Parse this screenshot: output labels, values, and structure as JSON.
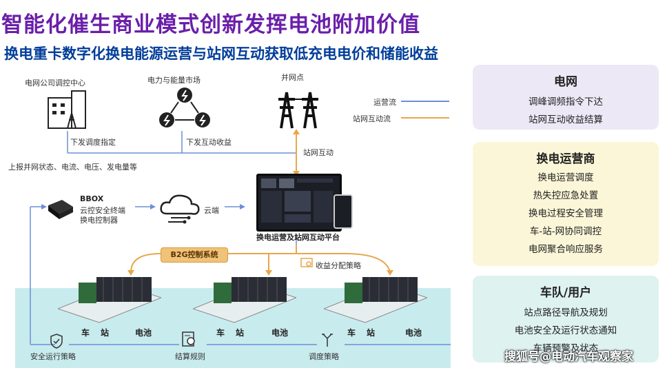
{
  "title": "智能化催生商业模式创新发挥电池附加价值",
  "subtitle": "换电重卡数字化换电能源运营与站网互动获取低充电电价和储能收益",
  "diagram": {
    "grid_dispatch_center": "电网公司调控中心",
    "power_market": "电力与能量市场",
    "grid_connection_point": "并网点",
    "legend_operation_flow": "运营流",
    "legend_station_grid_flow": "站网互动流",
    "issue_dispatch": "下发调度指定",
    "issue_interaction_revenue": "下发互动收益",
    "report_status": "上报并网状态、电流、电压、发电量等",
    "station_grid_interaction": "站网互动",
    "bbox_title": "BBOX",
    "bbox_desc_line1": "云控安全终端",
    "bbox_desc_line2": "换电控制器",
    "cloud_label": "云端",
    "platform_label": "换电运营及站网互动平台",
    "b2g_label": "B2G控制系统",
    "revenue_strategy": "收益分配策略",
    "station_labels": {
      "car": "车",
      "station": "站",
      "battery": "电池"
    },
    "safety_strategy": "安全运行策略",
    "settlement_rules": "结算规则",
    "dispatch_strategy": "调度策略"
  },
  "panels": {
    "grid": {
      "title": "电网",
      "items": [
        "调峰调频指令下达",
        "站网互动收益结算"
      ]
    },
    "operator": {
      "title": "换电运营商",
      "items": [
        "换电运营调度",
        "热失控应急处置",
        "换电过程安全管理",
        "车-站-网协同调控",
        "电网聚合响应服务"
      ]
    },
    "fleet": {
      "title": "车队/用户",
      "items": [
        "站点路径导航及规划",
        "电池安全及运行状态通知",
        "车辆预警及状态"
      ]
    }
  },
  "watermark": "搜狐号@电动汽车观察家",
  "colors": {
    "operation_flow": "#6b8fd6",
    "station_grid_flow": "#e8a64a",
    "grid_panel": "#ece8f6",
    "operator_panel": "#fbf6d7",
    "fleet_panel": "#def2f0"
  }
}
